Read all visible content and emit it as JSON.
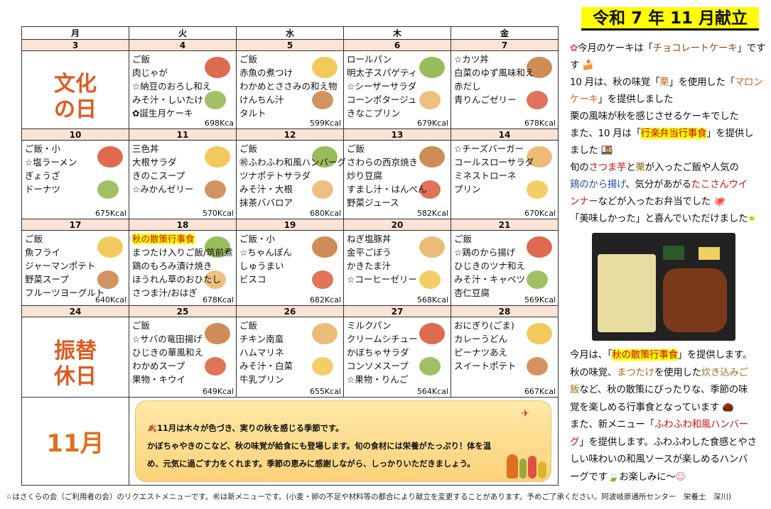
{
  "title": "令和 7 年 11 月献立",
  "weekdays": [
    "月",
    "火",
    "水",
    "木",
    "金"
  ],
  "weeks": [
    {
      "days": [
        {
          "date": "3",
          "special": "文化の日"
        },
        {
          "date": "4",
          "items": [
            "ご飯",
            "肉じゃが",
            "☆納豆のおろし和え",
            "みそ汁・しいたけ",
            "✿誕生月ケーキ"
          ],
          "kcal": "698Kca"
        },
        {
          "date": "5",
          "items": [
            "ご飯",
            "赤魚の煮つけ",
            "わかめとささみの和え物",
            "けんちん汁",
            "タルト"
          ],
          "kcal": "599Kcal"
        },
        {
          "date": "6",
          "items": [
            "ロールパン",
            "明太子スパゲティ",
            "☆シーザーサラダ",
            "コーンポタージュ",
            "きなこプリン"
          ],
          "kcal": "679Kcal"
        },
        {
          "date": "7",
          "items": [
            "☆カツ丼",
            "白菜のゆず風味和え",
            "赤だし",
            "青りんごゼリー"
          ],
          "kcal": "678Kcal"
        }
      ]
    },
    {
      "days": [
        {
          "date": "10",
          "items": [
            "ご飯・小",
            "☆塩ラーメン",
            "ぎょうざ",
            "ドーナツ"
          ],
          "kcal": "675Kcal"
        },
        {
          "date": "11",
          "items": [
            "三色丼",
            "大根サラダ",
            "きのこスープ",
            "☆みかんゼリー"
          ],
          "kcal": "570Kcal"
        },
        {
          "date": "12",
          "items": [
            "ご飯",
            "㊗ふわふわ和風ハンバーグ",
            "ツナポテトサラダ",
            "みそ汁・大根",
            "抹茶ババロア"
          ],
          "kcal": "680Kcal"
        },
        {
          "date": "13",
          "items": [
            "ご飯",
            "さわらの西京焼き",
            "炒り豆腐",
            "すまし汁・はんぺん",
            "野菜ジュース"
          ],
          "kcal": "582Kcal"
        },
        {
          "date": "14",
          "items": [
            "☆チーズバーガー",
            "コールスローサラダ",
            "ミネストローネ",
            "プリン"
          ],
          "kcal": "670Kcal"
        }
      ]
    },
    {
      "days": [
        {
          "date": "17",
          "items": [
            "ご飯",
            "魚フライ",
            "ジャーマンポテト",
            "野菜スープ",
            "フルーツヨーグルト"
          ],
          "kcal": "640Kcal"
        },
        {
          "date": "18",
          "event": "秋の散策行事食",
          "items": [
            "まつたけ入りご飯/筑前煮",
            "鶏のもろみ漬け焼き",
            "ほうれん草のおひたし",
            "さつま汁/おはぎ"
          ],
          "kcal": "678Kcal"
        },
        {
          "date": "19",
          "items": [
            "ご飯・小",
            "☆ちゃんぽん",
            "しゅうまい",
            "ビスコ"
          ],
          "kcal": "682Kcal"
        },
        {
          "date": "20",
          "items": [
            "ねぎ塩豚丼",
            "金平ごぼう",
            "かきたま汁",
            "☆コーヒーゼリー"
          ],
          "kcal": "568Kcal"
        },
        {
          "date": "21",
          "items": [
            "ご飯",
            "☆鶏のから揚げ",
            "ひじきのツナ和え",
            "みそ汁・キャベツ",
            "杏仁豆腐"
          ],
          "kcal": "569Kcal"
        }
      ]
    },
    {
      "days": [
        {
          "date": "24",
          "special": "振替休日"
        },
        {
          "date": "25",
          "items": [
            "ご飯",
            "☆サバの竜田揚げ",
            "ひじきの華風和え",
            "わかめスープ",
            "果物・キウイ"
          ],
          "kcal": "649Kcal"
        },
        {
          "date": "26",
          "items": [
            "ご飯",
            "チキン南蛮",
            "ハムマリネ",
            "みそ汁・白菜",
            "牛乳プリン"
          ],
          "kcal": "655Kcal"
        },
        {
          "date": "27",
          "items": [
            "ミルクパン",
            "クリームシチュー",
            "かぼちゃサラダ",
            "コンソメスープ",
            "☆果物・りんご"
          ],
          "kcal": "564Kcal"
        },
        {
          "date": "28",
          "items": [
            "おにぎり(ごま)",
            "カレーうどん",
            "ピーナツあえ",
            "スイートポテト"
          ],
          "kcal": "667Kcal"
        }
      ]
    }
  ],
  "note": {
    "lines": [
      "🍂11月は木々が色づき、実りの秋を感じる季節です。",
      "かぼちゃやきのこなど、秋の味覚が給食にも登場します。旬の食材には栄養がたっぷり！体を温",
      "め、元気に過ごす力をくれます。季節の恵みに感謝しながら、しっかりいただきましょう。"
    ]
  },
  "november_badge": "11月",
  "side_top": [
    [
      {
        "t": "✿",
        "c": "#e8408a"
      },
      {
        "t": "今月のケーキは「"
      },
      {
        "t": "チョコレートケーキ",
        "c": "#8b4a1c"
      },
      {
        "t": "」です"
      }
    ],
    [
      {
        "t": "す 🍰"
      }
    ],
    [
      {
        "t": "10 月は、秋の味覚「"
      },
      {
        "t": "栗",
        "c": "#c0661a"
      },
      {
        "t": "」を使用した「"
      },
      {
        "t": "マロン",
        "c": "#c0661a"
      }
    ],
    [
      {
        "t": "ケーキ",
        "c": "#c0661a"
      },
      {
        "t": "」を提供しました"
      }
    ],
    [
      {
        "t": "栗の風味が秋を感じさせるケーキでした"
      }
    ],
    [
      {
        "t": "また、10 月は「"
      },
      {
        "t": "行楽弁当行事食",
        "c": "#c00",
        "hl": true
      },
      {
        "t": "」を提供し"
      }
    ],
    [
      {
        "t": "ました 🍱"
      }
    ],
    [
      {
        "t": "旬の"
      },
      {
        "t": "さつま芋",
        "c": "#d01010"
      },
      {
        "t": "と"
      },
      {
        "t": "栗",
        "c": "#8b6914"
      },
      {
        "t": "が入ったご飯や人気の"
      }
    ],
    [
      {
        "t": "鶏のから揚げ",
        "c": "#2a4fa0"
      },
      {
        "t": "、気分があがる"
      },
      {
        "t": "たこさんウイ",
        "c": "#d01010"
      }
    ],
    [
      {
        "t": "ンナー",
        "c": "#d01010"
      },
      {
        "t": "などが入ったお弁当でした 🐙"
      }
    ],
    [
      {
        "t": "「美味しかった」と喜んでいただけました"
      },
      {
        "t": "★",
        "c": "#f0b400"
      }
    ]
  ],
  "side_bottom": [
    [
      {
        "t": "今月は、「"
      },
      {
        "t": "秋の散策行事食",
        "c": "#c00",
        "hl": true
      },
      {
        "t": "」を提供します。"
      }
    ],
    [
      {
        "t": "秋の味覚、"
      },
      {
        "t": "まつたけ",
        "c": "#a0701a"
      },
      {
        "t": "を使用した"
      },
      {
        "t": "炊き込みご",
        "c": "#a0701a"
      }
    ],
    [
      {
        "t": "飯",
        "c": "#a0701a"
      },
      {
        "t": "など、秋の散策にぴったりな、季節の味"
      }
    ],
    [
      {
        "t": "覚を楽しめる行事食となっています 🌰"
      }
    ],
    [
      {
        "t": "また、新メニュー「"
      },
      {
        "t": "ふわふわ和風ハンバー",
        "c": "#d01010"
      }
    ],
    [
      {
        "t": "グ",
        "c": "#d01010"
      },
      {
        "t": "」を提供します。ふわふわした食感とやさ"
      }
    ],
    [
      {
        "t": "しい味わいの和風ソースが楽しめるハンバ"
      }
    ],
    [
      {
        "t": "ーグです"
      },
      {
        "t": "🍃",
        "c": "#2a9a40"
      },
      {
        "t": "お楽しみに～"
      },
      {
        "t": "☺",
        "c": "#e060a0"
      }
    ]
  ],
  "footer": "☆はさくらの会（ご利用者の会）のリクエストメニューです。㊗は新メニューです。(小麦・卵の不足や材料等の都合により献立を変更することがあります。予めご了承ください。阿波岐原通所センター　栄養士　深川)",
  "colors": {
    "date_row": "#fbe3d6",
    "highlight": "#ffff00",
    "note_bg": "#fdd27a"
  }
}
